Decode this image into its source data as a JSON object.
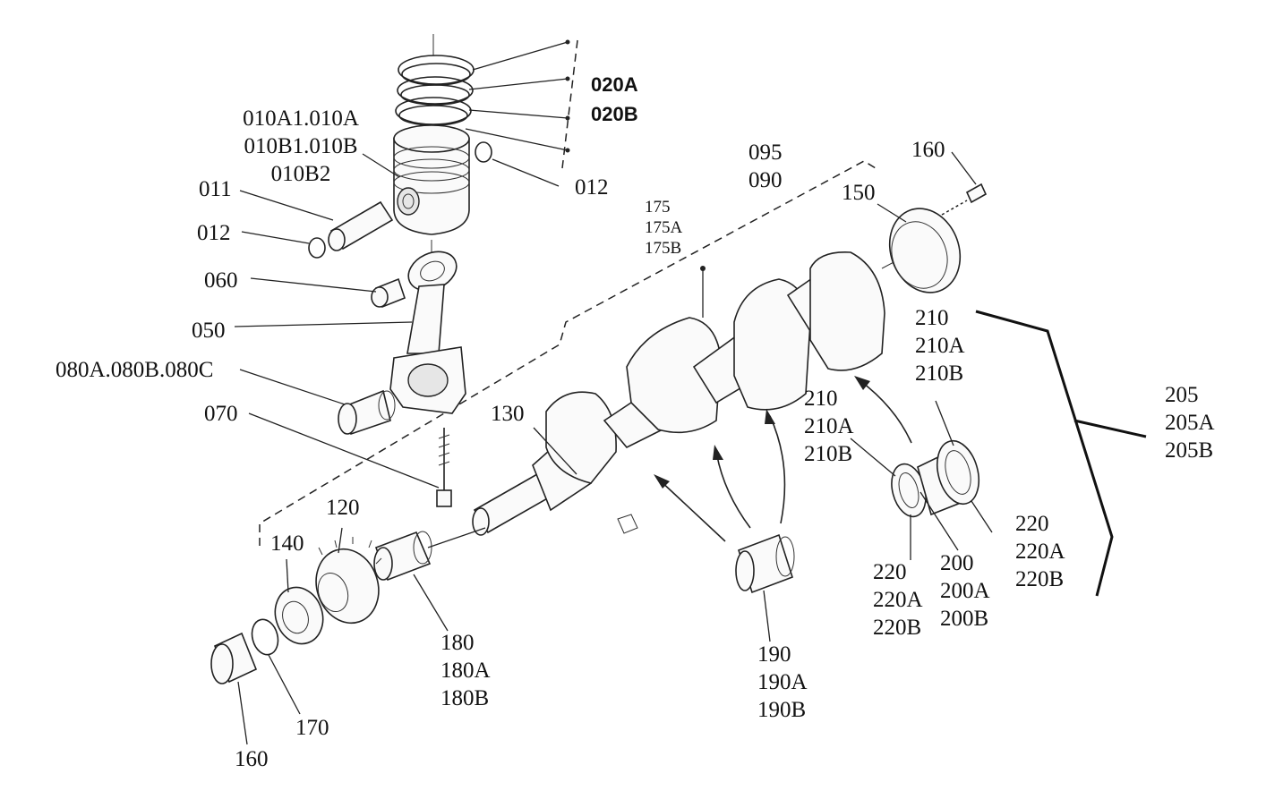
{
  "callouts": {
    "c020": [
      "020A",
      "020B"
    ],
    "c010": [
      "010A1.010A",
      "010B1.010B",
      "010B2"
    ],
    "c011": [
      "011"
    ],
    "c012a": [
      "012"
    ],
    "c012b": [
      "012"
    ],
    "c060": [
      "060"
    ],
    "c050": [
      "050"
    ],
    "c080": [
      "080A.080B.080C"
    ],
    "c070": [
      "070"
    ],
    "c130": [
      "130"
    ],
    "c095": [
      "095",
      "090"
    ],
    "c175": [
      "175",
      "175A",
      "175B"
    ],
    "c160a": [
      "160"
    ],
    "c150": [
      "150"
    ],
    "c210a": [
      "210",
      "210A",
      "210B"
    ],
    "c210b": [
      "210",
      "210A",
      "210B"
    ],
    "c205": [
      "205",
      "205A",
      "205B"
    ],
    "c220a": [
      "220",
      "220A",
      "220B"
    ],
    "c220b": [
      "220",
      "220A",
      "220B"
    ],
    "c200": [
      "200",
      "200A",
      "200B"
    ],
    "c190": [
      "190",
      "190A",
      "190B"
    ],
    "c180": [
      "180",
      "180A",
      "180B"
    ],
    "c120": [
      "120"
    ],
    "c140": [
      "140"
    ],
    "c170": [
      "170"
    ],
    "c160b": [
      "160"
    ]
  }
}
